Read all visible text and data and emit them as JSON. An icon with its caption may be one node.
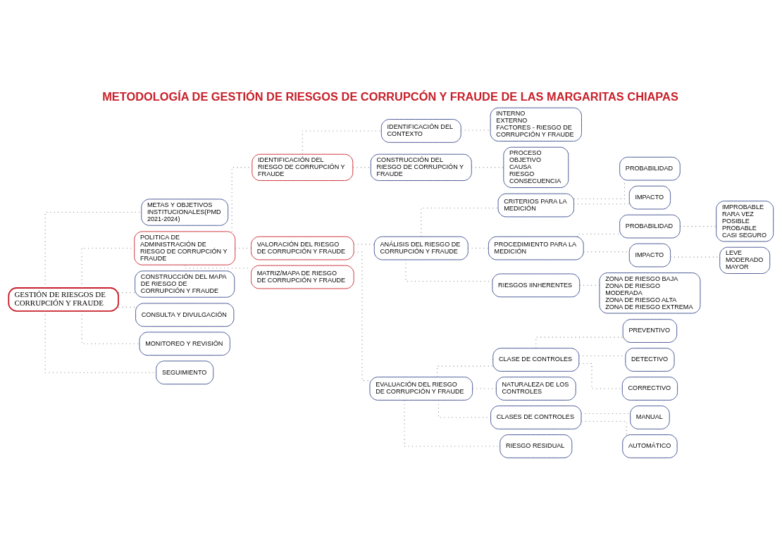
{
  "diagram": {
    "title": "METODOLOGÍA DE GESTIÓN DE RIESGOS DE CORRUPCÓN Y FRAUDE DE LAS MARGARITAS CHIAPAS",
    "nodes": [
      {
        "text": [
          "GESTIÓN DE RIESGOS DE CORRUPCIÓN Y FRAUDE"
        ]
      },
      {
        "text": [
          "METAS Y OBJETIVOS INSTITUCIONALES(PMD 2021-2024)"
        ]
      },
      {
        "text": [
          "POLITICA DE ADMINISTRACIÓN DE RIESGO DE CORRUPCIÓN Y FRAUDE"
        ]
      },
      {
        "text": [
          "CONSTRUCCIÓN DEL MAPA DE RIESGO DE CORRUPCIÓN Y FRAUDE"
        ]
      },
      {
        "text": [
          "CONSULTA Y DIVULGACIÓN"
        ]
      },
      {
        "text": [
          "MONITOREO Y REVISIÓN"
        ]
      },
      {
        "text": [
          "SEGUIMIENTO"
        ]
      },
      {
        "text": [
          "IDENTIFICACIÓN DEL RIESGO DE CORRUPCIÓN Y FRAUDE"
        ]
      },
      {
        "text": [
          "VALORACIÓN DEL RIESGO DE CORRUPCIÓN Y FRAUDE"
        ]
      },
      {
        "text": [
          "MATRIZ/MAPA DE RIESGO DE CORRUPCIÓN Y FRAUDE"
        ]
      },
      {
        "text": [
          "IDENTIFICACIÓN DEL CONTEXTO"
        ]
      },
      {
        "text": [
          "CONSTRUCCIÓN DEL RIESGO DE CORRUPCIÓN Y FRAUDE"
        ]
      },
      {
        "text": [
          "INTERNO",
          "EXTERNO",
          "FACTORES - RIESGO DE CORRUPCIÓN Y FRAUDE"
        ]
      },
      {
        "text": [
          "PROCESO",
          "OBJETIVO",
          "CAUSA",
          "RIESGO",
          "CONSECUENCIA"
        ]
      },
      {
        "text": [
          "ANÁLISIS DEL RIESGO DE CORRUPCIÓN Y FRAUDE"
        ]
      },
      {
        "text": [
          "EVALUACIÓN DEL RIESGO DE CORRUPCIÓN Y FRAUDE"
        ]
      },
      {
        "text": [
          "CRITERIOS PARA LA MEDICIÓN"
        ]
      },
      {
        "text": [
          "PROCEDIMIENTO PARA LA MEDICIÓN"
        ]
      },
      {
        "text": [
          "RIESGOS IINHERENTES"
        ]
      },
      {
        "text": [
          "PROBABILIDAD"
        ]
      },
      {
        "text": [
          "IMPACTO"
        ]
      },
      {
        "text": [
          "PROBABILIDAD"
        ]
      },
      {
        "text": [
          "IMPACTO"
        ]
      },
      {
        "text": [
          "IMPROBABLE",
          "RARA VEZ",
          "POSIBLE",
          "PROBABLE",
          "CASI SEGURO"
        ]
      },
      {
        "text": [
          "LEVE",
          "MODERADO",
          "MAYOR"
        ]
      },
      {
        "text": [
          "ZONA DE RIESGO BAJA",
          "ZONA DE RIESGO MODERADA",
          "ZONA DE RIESGO ALTA",
          "ZONA DE RIESGO EXTREMA"
        ]
      },
      {
        "text": [
          "CLASE DE CONTROLES"
        ]
      },
      {
        "text": [
          "NATURALEZA DE LOS CONTROLES"
        ]
      },
      {
        "text": [
          "CLASES DE CONTROLES"
        ]
      },
      {
        "text": [
          "RIESGO RESIDUAL"
        ]
      },
      {
        "text": [
          "PREVENTIVO"
        ]
      },
      {
        "text": [
          "DETECTIVO"
        ]
      },
      {
        "text": [
          "CORRECTIVO"
        ]
      },
      {
        "text": [
          "MANUAL"
        ]
      },
      {
        "text": [
          "AUTOMÁTICO"
        ]
      }
    ],
    "edges": [
      {
        "from": 0,
        "to": 1,
        "arrow": "none"
      },
      {
        "from": 0,
        "to": 2,
        "arrow": "none"
      },
      {
        "from": 0,
        "to": 3,
        "arrow": "none"
      },
      {
        "from": 0,
        "to": 4,
        "arrow": "none"
      },
      {
        "from": 0,
        "to": 5,
        "arrow": "none"
      },
      {
        "from": 0,
        "to": 6,
        "arrow": "none"
      },
      {
        "from": 2,
        "to": 7,
        "arrow": "none"
      },
      {
        "from": 2,
        "to": 8,
        "arrow": "none"
      },
      {
        "from": 2,
        "to": 9,
        "arrow": "none"
      },
      {
        "from": 7,
        "to": 10,
        "arrow": "none"
      },
      {
        "from": 7,
        "to": 11,
        "arrow": "none"
      },
      {
        "from": 10,
        "to": 12,
        "arrow": "none"
      },
      {
        "from": 11,
        "to": 13,
        "arrow": "none"
      },
      {
        "from": 8,
        "to": 14,
        "arrow": "none"
      },
      {
        "from": 8,
        "to": 15,
        "arrow": "none"
      },
      {
        "from": 14,
        "to": 16,
        "arrow": "none"
      },
      {
        "from": 14,
        "to": 17,
        "arrow": "none"
      },
      {
        "from": 14,
        "to": 18,
        "arrow": "none"
      },
      {
        "from": 16,
        "to": 19,
        "arrow": "none"
      },
      {
        "from": 16,
        "to": 20,
        "arrow": "none"
      },
      {
        "from": 17,
        "to": 21,
        "arrow": "none"
      },
      {
        "from": 17,
        "to": 22,
        "arrow": "none"
      },
      {
        "from": 21,
        "to": 23,
        "arrow": "none"
      },
      {
        "from": 22,
        "to": 24,
        "arrow": "none"
      },
      {
        "from": 18,
        "to": 25,
        "arrow": "none"
      },
      {
        "from": 15,
        "to": 26,
        "arrow": "none"
      },
      {
        "from": 15,
        "to": 27,
        "arrow": "none"
      },
      {
        "from": 15,
        "to": 28,
        "arrow": "none"
      },
      {
        "from": 15,
        "to": 29,
        "arrow": "none"
      },
      {
        "from": 26,
        "to": 30,
        "arrow": "none"
      },
      {
        "from": 26,
        "to": 31,
        "arrow": "none"
      },
      {
        "from": 26,
        "to": 32,
        "arrow": "none"
      },
      {
        "from": 28,
        "to": 33,
        "arrow": "none"
      },
      {
        "from": 28,
        "to": 34,
        "arrow": "none"
      }
    ]
  }
}
